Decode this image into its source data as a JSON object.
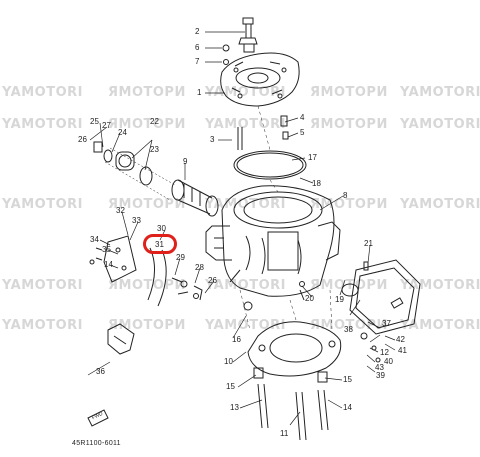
{
  "watermark": {
    "text_a": "YAMOTORI",
    "text_b": "ЯМОТОРИ"
  },
  "diagram_code": "45R1100-6011",
  "highlight": {
    "color": "#e0201a",
    "part": "31"
  },
  "callouts": {
    "c1": "1",
    "c2": "2",
    "c3": "3",
    "c4": "4",
    "c5": "5",
    "c6": "6",
    "c7": "7",
    "c8": "8",
    "c9": "9",
    "c10": "10",
    "c11": "11",
    "c12": "12",
    "c13": "13",
    "c14": "14",
    "c15a": "15",
    "c15b": "15",
    "c16": "16",
    "c17": "17",
    "c18": "18",
    "c19": "19",
    "c20": "20",
    "c21": "21",
    "c22": "22",
    "c23": "23",
    "c24": "24",
    "c25": "25",
    "c26": "26",
    "c27": "27",
    "c28": "28",
    "c29": "29",
    "c30": "30",
    "c31": "31",
    "c32": "32",
    "c33": "33",
    "c34": "34",
    "c35": "35",
    "c36": "36",
    "c37": "37",
    "c38": "38",
    "c39": "39",
    "c40": "40",
    "c41": "41",
    "c42": "42",
    "c43": "43"
  },
  "fwd_label": "FWD"
}
